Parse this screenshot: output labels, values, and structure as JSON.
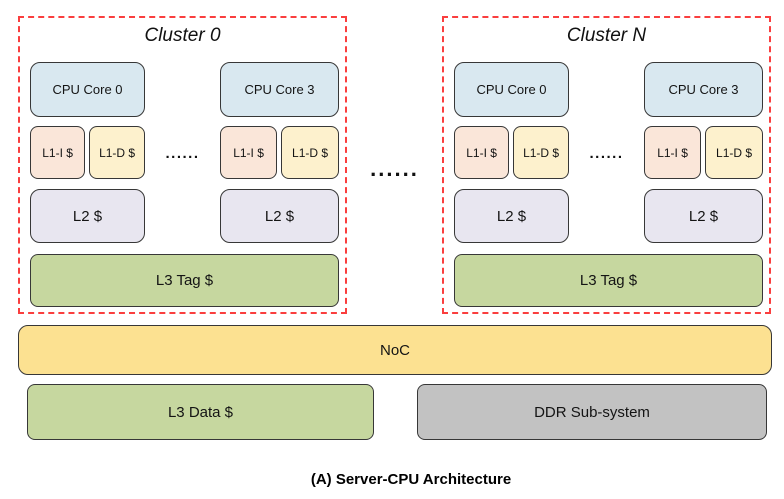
{
  "figure": {
    "caption": "(A) Server-CPU Architecture"
  },
  "colors": {
    "cpu_core": "#d9e8f0",
    "l1i": "#fae6d9",
    "l1d": "#fdf1cd",
    "l2": "#e8e6f0",
    "l3": "#c6d79f",
    "noc": "#fce191",
    "ddr": "#c2c2c2",
    "cluster_border": "#fa3e3e",
    "box_border": "#373737"
  },
  "clusters": [
    {
      "title": "Cluster 0",
      "core_groups": [
        {
          "core": "CPU Core 0",
          "l1i": "L1-I $",
          "l1d": "L1-D $",
          "l2": "L2 $"
        },
        {
          "core": "CPU Core 3",
          "l1i": "L1-I $",
          "l1d": "L1-D $",
          "l2": "L2 $"
        }
      ],
      "inner_ellipsis": "......",
      "l3_tag": "L3 Tag $"
    },
    {
      "title": "Cluster N",
      "core_groups": [
        {
          "core": "CPU Core 0",
          "l1i": "L1-I $",
          "l1d": "L1-D $",
          "l2": "L2 $"
        },
        {
          "core": "CPU Core 3",
          "l1i": "L1-I $",
          "l1d": "L1-D $",
          "l2": "L2 $"
        }
      ],
      "inner_ellipsis": "......",
      "l3_tag": "L3 Tag $"
    }
  ],
  "cluster_ellipsis": "......",
  "noc": {
    "label": "NoC"
  },
  "l3_data": {
    "label": "L3 Data $"
  },
  "ddr": {
    "label": "DDR Sub-system"
  }
}
